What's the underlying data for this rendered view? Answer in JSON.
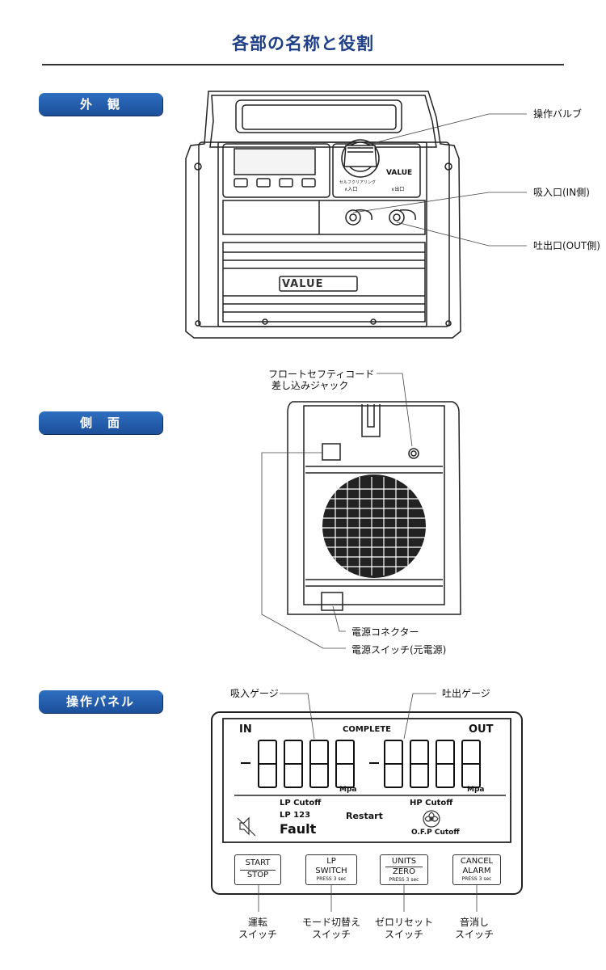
{
  "page_title": "各部の名称と役割",
  "sections": {
    "exterior": "外　観",
    "side": "側　面",
    "panel": "操作パネル"
  },
  "exterior_callouts": {
    "valve": "操作バルブ",
    "inlet": "吸入口(IN側)",
    "outlet": "吐出口(OUT側)"
  },
  "unit_labels": {
    "brand": "VALUE",
    "in_port": "∧入口",
    "out_port": "∨出口",
    "ring": "セルフクリアリング"
  },
  "side_callouts": {
    "float_line1": "フロートセフティコード",
    "float_line2": "差し込みジャック",
    "connector": "電源コネクター",
    "switch": "電源スイッチ(元電源)"
  },
  "panel_callouts": {
    "in_gauge": "吸入ゲージ",
    "out_gauge": "吐出ゲージ"
  },
  "lcd": {
    "in": "IN",
    "out": "OUT",
    "complete": "COMPLETE",
    "unit_left": "Mpa",
    "unit_right": "Mpa",
    "lp_cutoff": "LP Cutoff",
    "lp_123": "LP 123",
    "restart": "Restart",
    "hp_cutoff": "HP Cutoff",
    "fault": "Fault",
    "ofp_cutoff": "O.F.P Cutoff"
  },
  "panel_buttons": {
    "start": {
      "line1": "START",
      "line2": "STOP"
    },
    "lp": {
      "line1": "LP",
      "line2": "SWITCH",
      "line3": "PRESS 3 sec"
    },
    "units": {
      "line1": "UNITS",
      "line2": "ZERO",
      "line3": "PRESS 3 sec"
    },
    "cancel": {
      "line1": "CANCEL",
      "line2": "ALARM",
      "line3": "PRESS 3 sec"
    }
  },
  "button_labels": {
    "start_l1": "運転",
    "start_l2": "スイッチ",
    "lp_l1": "モード切替え",
    "lp_l2": "スイッチ",
    "units_l1": "ゼロリセット",
    "units_l2": "スイッチ",
    "cancel_l1": "音消し",
    "cancel_l2": "スイッチ"
  }
}
